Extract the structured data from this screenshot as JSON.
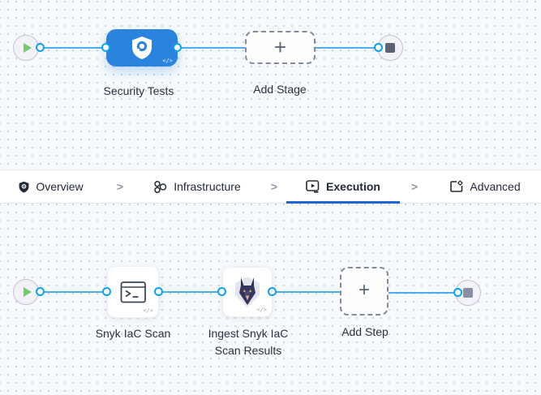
{
  "colors": {
    "stage_node_blue": "#2a84dd",
    "edge_blue": "#4badef",
    "port_ring_blue": "#0ea2ee",
    "active_tab_underline": "#2163d0",
    "play_green": "#76c96e"
  },
  "glyphs": {
    "plus": "+",
    "code": "</>",
    "tab_separator": ">"
  },
  "stage_pipeline": {
    "stage_label": "Security Tests",
    "add_stage_label": "Add Stage"
  },
  "tab_bar": {
    "tabs": [
      {
        "label": "Overview",
        "active": false
      },
      {
        "label": "Infrastructure",
        "active": false
      },
      {
        "label": "Execution",
        "active": true
      },
      {
        "label": "Advanced",
        "active": false
      }
    ]
  },
  "step_pipeline": {
    "step1_label": "Snyk IaC Scan",
    "step2_label": "Ingest Snyk IaC Scan Results",
    "add_step_label": "Add Step"
  }
}
